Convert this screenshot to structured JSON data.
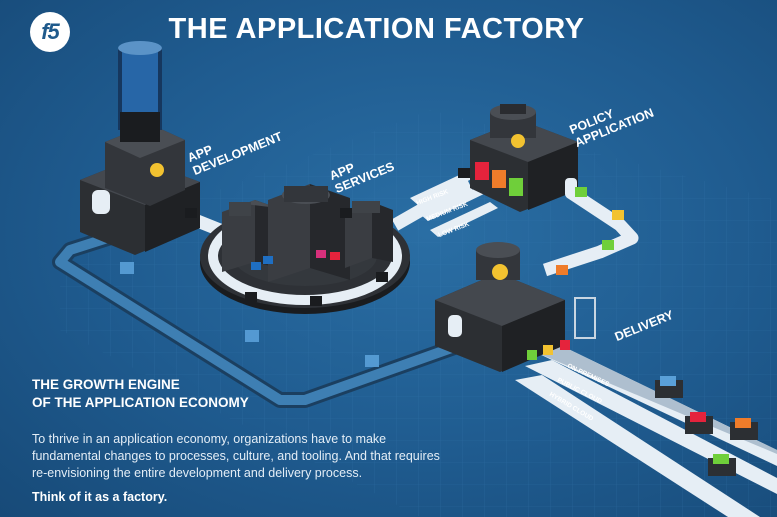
{
  "brand": {
    "logo_text": "f5"
  },
  "title": "THE APPLICATION FACTORY",
  "stages": {
    "app_development": {
      "line1": "APP",
      "line2": "DEVELOPMENT"
    },
    "app_services": {
      "line1": "APP",
      "line2": "SERVICES"
    },
    "policy_application": {
      "line1": "POLICY",
      "line2": "APPLICATION"
    },
    "delivery": {
      "line1": "DELIVERY"
    }
  },
  "risk_lanes": [
    "HIGH RISK",
    "MEDIUM RISK",
    "LOW RISK"
  ],
  "delivery_lanes": [
    "ON-PREMISES",
    "PUBLIC CLOUD",
    "HYBRID CLOUD"
  ],
  "intro": {
    "headline_line1": "THE GROWTH ENGINE",
    "headline_line2": "OF THE APPLICATION ECONOMY",
    "body": "To thrive in an application economy, organizations have to make fundamental changes to processes, culture, and tooling. And that requires re-envisioning the entire development and delivery process.",
    "tagline": "Think of it as a factory."
  },
  "colors": {
    "background": "#1f5a8c",
    "conveyor": "#e6eef5",
    "building": "#2c2f33",
    "accent_yellow": "#f2c230",
    "accent_red": "#e5233c",
    "accent_green": "#6fcf3a",
    "accent_orange": "#ef7c2a",
    "accent_pink": "#d6307b"
  }
}
